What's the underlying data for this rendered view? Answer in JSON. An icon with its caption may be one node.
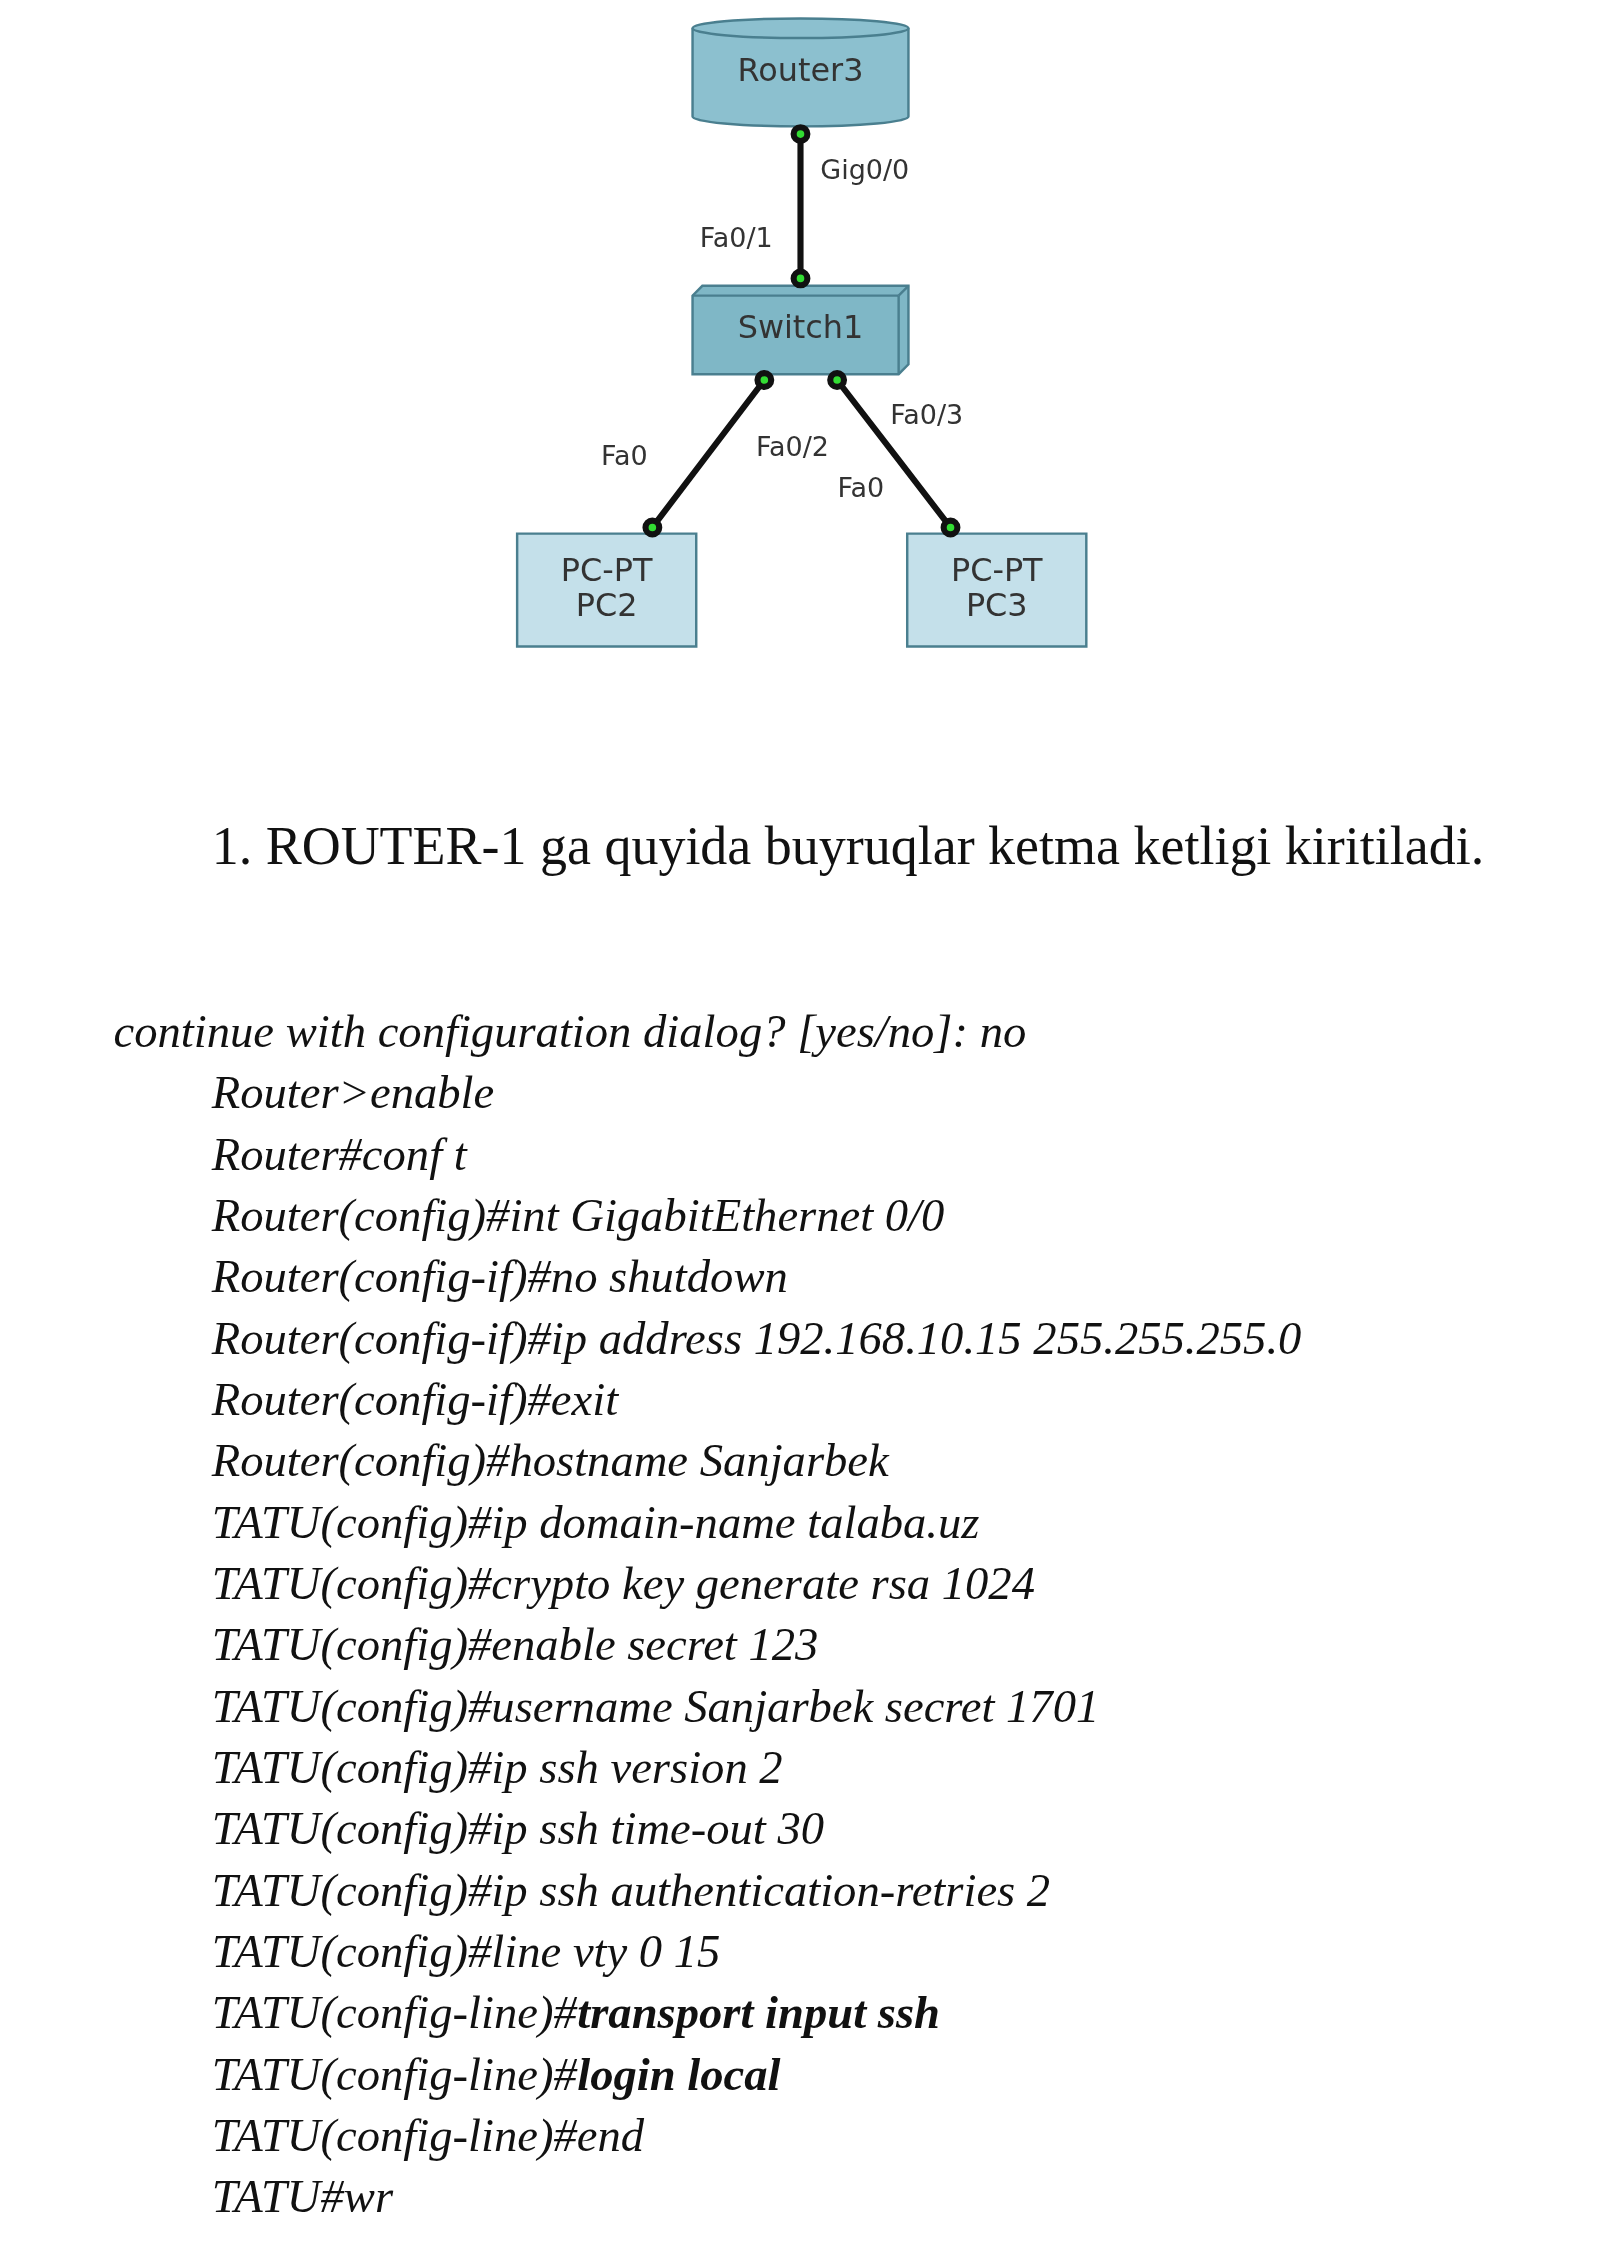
{
  "diagram": {
    "nodes": [
      {
        "text": [
          "Router3"
        ],
        "beside": [
          "Gig0/0"
        ]
      },
      {
        "text": [
          "Switch1"
        ],
        "beside": [
          "Fa0/1",
          "Fa0/2",
          "Fa0/3"
        ]
      },
      {
        "text": [
          "PC-PT",
          "PC2"
        ],
        "beside": [
          "Fa0"
        ]
      },
      {
        "text": [
          "PC-PT",
          "PC3"
        ],
        "beside": [
          "Fa0"
        ]
      }
    ],
    "edges": [
      {
        "from": 0,
        "to": 1,
        "arrow": "other"
      },
      {
        "from": 1,
        "to": 2,
        "arrow": "other"
      },
      {
        "from": 1,
        "to": 3,
        "arrow": "other"
      }
    ],
    "labels": [
      "1. ROUTER-1 ga quyida buyruqlar ketma ketligi kiritiladi.",
      "continue with configuration dialog? [yes/no]: no",
      "Router>enable",
      "Router#conf t",
      "Router(config)#int GigabitEthernet 0/0",
      "Router(config-if)#no shutdown",
      "Router(config-if)#ip address 192.168.10.15 255.255.255.0",
      "Router(config-if)#exit",
      "Router(config)#hostname Sanjarbek",
      "TATU(config)#ip domain-name talaba.uz",
      "TATU(config)#crypto key generate rsa 1024",
      "TATU(config)#enable secret 123",
      "TATU(config)#username Sanjarbek secret 1701",
      "TATU(config)#ip ssh version 2",
      "TATU(config)#ip ssh time-out 30",
      "TATU(config)#ip ssh authentication-retries 2",
      "TATU(config)#line vty 0 15",
      "TATU(config-line)#**transport input ssh**",
      "TATU(config-line)#**login local**",
      "TATU(config-line)#end",
      "TATU#wr"
    ]
  }
}
